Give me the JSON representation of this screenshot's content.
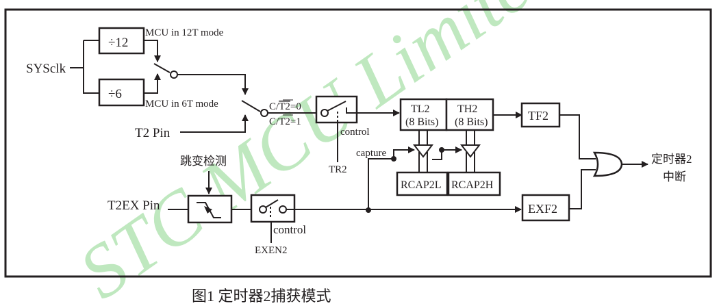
{
  "diagram": {
    "title": "图1  定时器2捕获模式",
    "watermark": "STC MCU Limited.",
    "colors": {
      "line": "#231f20",
      "watermark": "#bfe8bf",
      "background": "#ffffff"
    },
    "inputs": {
      "sysclk": "SYSclk",
      "t2_pin": "T2 Pin",
      "t2ex_pin": "T2EX Pin"
    },
    "dividers": {
      "div12": "÷12",
      "div6": "÷6"
    },
    "mode_labels": {
      "mode12t": "MCU in 12T mode",
      "mode6t": "MCU in 6T mode"
    },
    "ct2_labels": {
      "ct2_0_prefix": "C/",
      "ct2_0_bar": "T2",
      "ct2_0_suffix": "=0",
      "ct2_1_prefix": "C/",
      "ct2_1_bar": "T2",
      "ct2_1_suffix": "=1"
    },
    "control": {
      "tr2_control": "control",
      "tr2": "TR2",
      "exen2_control": "control",
      "exen2": "EXEN2"
    },
    "registers": {
      "tl2": "TL2",
      "tl2_bits": "(8 Bits)",
      "th2": "TH2",
      "th2_bits": "(8 Bits)",
      "rcap2l": "RCAP2L",
      "rcap2h": "RCAP2H",
      "tf2": "TF2",
      "exf2": "EXF2"
    },
    "capture_label": "capture",
    "edge_detect_label": "跳变检测",
    "interrupt_label_line1": "定时器2",
    "interrupt_label_line2": "中断"
  }
}
